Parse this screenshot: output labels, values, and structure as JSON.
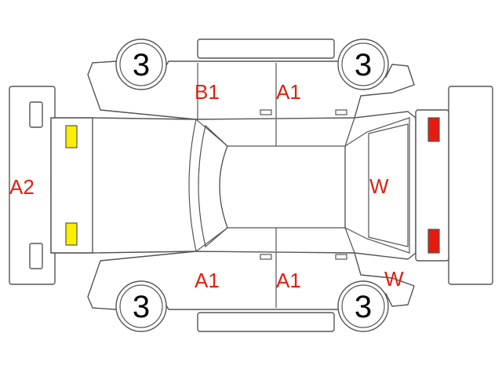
{
  "colors": {
    "outline": "#555555",
    "mark_text": "#e02010",
    "headlamp": "#ffee00",
    "taillamp": "#e81a10"
  },
  "wheels": {
    "front_left": "3",
    "rear_left": "3",
    "front_right": "3",
    "rear_right": "3"
  },
  "marks": {
    "top_rear_door": "B1",
    "top_front_door": "A1",
    "bottom_rear_door": "A1",
    "bottom_front_door": "A1",
    "front_bumper": "A2",
    "windshield": "W",
    "bottom_front_fender": "W"
  }
}
